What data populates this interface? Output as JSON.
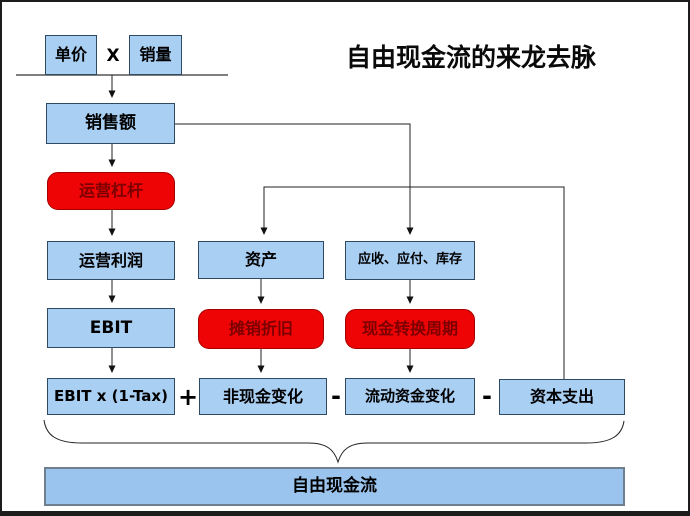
{
  "page": {
    "title": "自由现金流的来龙去脉"
  },
  "colors": {
    "box_blue": "#a9cff3",
    "box_blue_bottom": "#9ac4ee",
    "box_red": "#ee0404",
    "red_box_text": "#7d0000",
    "connector": "#222222",
    "frame": "#1c1c1c"
  },
  "nodes": {
    "unit_price": {
      "label": "单价"
    },
    "multiply_sign": {
      "label": "X"
    },
    "sales_volume": {
      "label": "销量"
    },
    "sales_revenue": {
      "label": "销售额"
    },
    "operating_leverage": {
      "label": "运营杠杆"
    },
    "operating_profit": {
      "label": "运营利润"
    },
    "ebit": {
      "label": "EBIT"
    },
    "ebit_after_tax": {
      "label": "EBIT x (1-Tax)"
    },
    "assets": {
      "label": "资产"
    },
    "amortization": {
      "label": "摊销折旧"
    },
    "non_cash_change": {
      "label": "非现金变化"
    },
    "receivables": {
      "label": "应收、应付、库存"
    },
    "cash_cycle": {
      "label": "现金转换周期"
    },
    "working_capital": {
      "label": "流动资金变化"
    },
    "capex": {
      "label": "资本支出"
    },
    "free_cash_flow": {
      "label": "自由现金流"
    }
  },
  "operators": {
    "plus": "+",
    "minus_1": "-",
    "minus_2": "-"
  }
}
